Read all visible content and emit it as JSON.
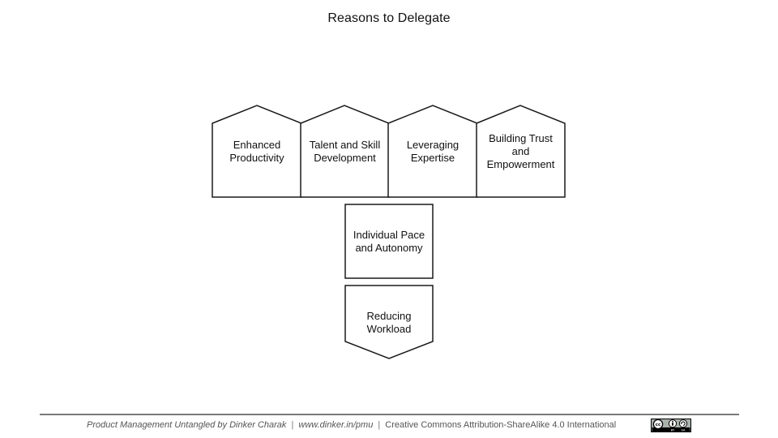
{
  "title": "Reasons to Delegate",
  "diagram": {
    "nodes": [
      {
        "id": "enhanced",
        "lines": [
          "Enhanced",
          "Productivity"
        ],
        "shape": "house"
      },
      {
        "id": "talent",
        "lines": [
          "Talent and Skill",
          "Development"
        ],
        "shape": "house"
      },
      {
        "id": "leveraging",
        "lines": [
          "Leveraging",
          "Expertise"
        ],
        "shape": "house"
      },
      {
        "id": "trust",
        "lines": [
          "Building Trust",
          "and",
          "Empowerment"
        ],
        "shape": "house"
      },
      {
        "id": "pace",
        "lines": [
          "Individual Pace",
          "and Autonomy"
        ],
        "shape": "rectangle"
      },
      {
        "id": "workload",
        "lines": [
          "Reducing",
          "Workload"
        ],
        "shape": "arrow-down"
      }
    ]
  },
  "footer": {
    "book": "Product Management Untangled by Dinker Charak",
    "url": "www.dinker.in/pmu",
    "license": "Creative Commons Attribution-ShareAlike 4.0 International",
    "separator": "|"
  },
  "badge": {
    "icon": "cc-by-sa-license-icon",
    "lettering": [
      "BY",
      "SA"
    ]
  }
}
